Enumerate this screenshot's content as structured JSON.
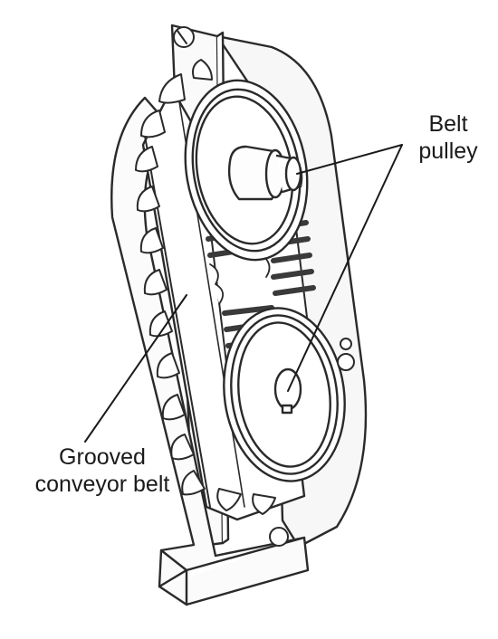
{
  "labels": {
    "belt_pulley": {
      "line1": "Belt",
      "line2": "pulley"
    },
    "grooved_conveyor_belt": {
      "line1": "Grooved",
      "line2": "conveyor belt"
    }
  },
  "colors": {
    "line": "#2a2a2a",
    "shade": "#3a3a3a",
    "background": "#ffffff"
  }
}
